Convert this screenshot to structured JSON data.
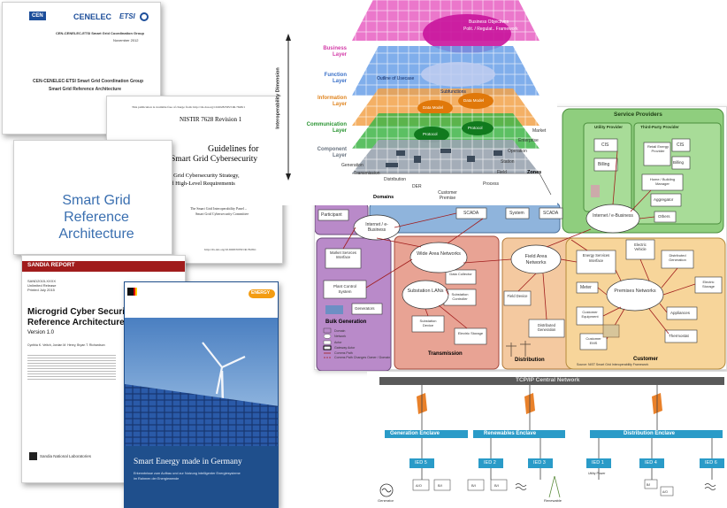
{
  "doc1": {
    "logo_left": "CEN",
    "logo_mid": "CENELEC",
    "logo_right": "ETSI",
    "group": "CEN-CENELEC-ETSI Smart Grid Coordination Group",
    "date": "November 2012",
    "title1": "CEN-CENELEC-ETSI Smart Grid Coordination Group",
    "title2": "Smart Grid Reference Architecture"
  },
  "doc2": {
    "header": "This publication is available free of charge from: http://dx.doi.org/10.6028/NIST.IR.7628r1",
    "nistir": "NISTIR 7628 Revision 1",
    "title1": "Guidelines for",
    "title2": "Smart Grid Cybersecurity",
    "sub1": "Smart Grid Cybersecurity Strategy,",
    "sub2": "e, and High-Level Requirements",
    "authors1": "The Smart Grid Interoperability Panel –",
    "authors2": "Smart Grid Cybersecurity Committee",
    "doi": "http://dx.doi.org/10.6028/NIST.IR.7628r1"
  },
  "doc3": {
    "t1": "Smart Grid",
    "t2": "Reference",
    "t3": "Architecture"
  },
  "doc4": {
    "report": "SANDIA REPORT",
    "meta1": "SAND2015-XXXX",
    "meta2": "Unlimited Release",
    "meta3": "Printed July 2015",
    "title1": "Microgrid Cyber Security",
    "title2": "Reference Architecture",
    "version": "Version 1.0",
    "authors": "Cynthia K. Veitch, Jordan M. Henry, Bryan T. Richardson",
    "lab": "Sandia National Laboratories"
  },
  "doc5": {
    "brand": "ENERGY",
    "title": "Smart Energy made in Germany",
    "sub1": "Erkenntnisse zum Aufbau und zur Nutzung intelligenter Energiesysteme",
    "sub2": "im Rahmen der Energiewende"
  },
  "arch": {
    "axis": "Interoperability Dimension",
    "layers": [
      "Business Layer",
      "Function Layer",
      "Information Layer",
      "Communication Layer",
      "Component Layer"
    ],
    "business_obj1": "Business Objectives",
    "business_obj2": "Polit. / Regulat.. Framework",
    "outline": "Outline of Usecase",
    "subfunctions": "Subfunctions",
    "data_model": "Data Model",
    "data_model2": "Data Model",
    "protocol": "Protocol",
    "protocol2": "Protocol",
    "zones_list": [
      "Market",
      "Enterprise",
      "Operation",
      "Station",
      "Field",
      "Process"
    ],
    "domains_list": [
      "Generation",
      "Transmission",
      "Distribution",
      "DER",
      "Customer Premise"
    ],
    "zones_label": "Zones",
    "domains_label": "Domains"
  },
  "nist": {
    "service_providers": "Service Providers",
    "utility_provider": "Utility Provider",
    "third_party": "Third-Party Provider",
    "cis": "CIS",
    "billing": "Billing",
    "cis2": "CIS",
    "billing2": "Billing",
    "retail": "Retail Energy Provider",
    "home_mgr": "Home / Building Manager",
    "aggregator": "Aggregator",
    "others": "Others",
    "internet_top": "Internet / e-Business",
    "internet_left": "Internet / e-Business",
    "participant": "Participant",
    "scada1": "SCADA",
    "scada2": "SCADA",
    "system": "System",
    "market_services": "Market Services Interface",
    "plant_control": "Plant Control System",
    "generators": "Generators",
    "bulk_generation": "Bulk Generation",
    "wan": "Wide Area Networks",
    "substation_lans": "Substation LANs",
    "data_collector": "Data Collector",
    "substation_controller": "Substation Controller",
    "substation_device": "Substation Device",
    "electric_storage": "Electric Storage",
    "transmission": "Transmission",
    "field_area": "Field Area Networks",
    "field_device": "Field Device",
    "distributed_gen": "Distributed Generation",
    "distribution": "Distribution",
    "energy_services": "Energy Services Interface",
    "electric_vehicle": "Electric Vehicle",
    "distributed_gen2": "Distributed Generation",
    "meter": "Meter",
    "premises": "Premises Networks",
    "electric_storage2": "Electric Storage",
    "customer_equipment": "Customer Equipment",
    "appliances": "Appliances",
    "customer_ems": "Customer EMS",
    "thermostat": "Thermostat",
    "customer": "Customer",
    "legend": [
      "Domain",
      "Network",
      "Actor",
      "Gateway Actor",
      "Comms Path",
      "Comms Path Changes Owner / Domain"
    ],
    "source": "Source: NIST Smart Grid Interoperability Framework"
  },
  "micro": {
    "bus": "TCP/IP Central Network",
    "enclaves": [
      "Generation Enclave",
      "Renewables Enclave",
      "Distribution Enclave"
    ],
    "ieds": [
      "IED 5",
      "IED 2",
      "IED 3",
      "IED 1",
      "IED 4",
      "IED 6"
    ],
    "generator": "Generator",
    "renewable": "Renewable",
    "utility": "Utility Power",
    "boxes": [
      "A/O",
      "B/I",
      "B/I",
      "B/I",
      "B/I",
      "A/O"
    ]
  },
  "colors": {
    "business": "#e85fc2",
    "function": "#6aa0e8",
    "information": "#f2a24a",
    "communication": "#3fb548",
    "component": "#9aa4b0",
    "bulk": "#b98ac9",
    "transmission": "#e8a394",
    "distribution": "#f4c9a0",
    "customer": "#f7d59a",
    "service": "#8fce7e",
    "enclave": "#2a9bc8"
  }
}
